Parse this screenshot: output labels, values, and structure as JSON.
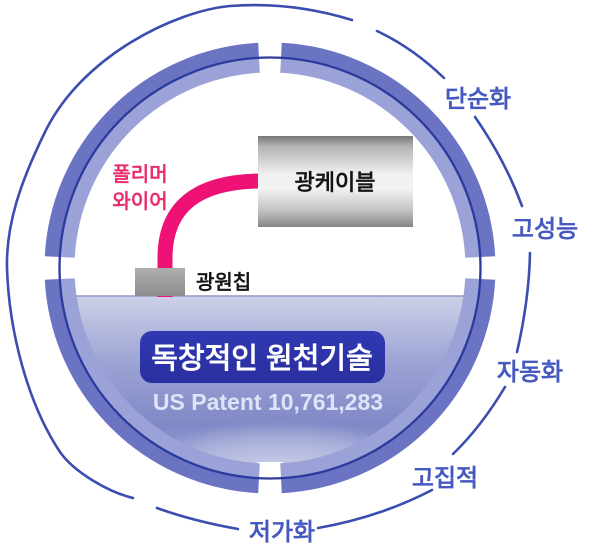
{
  "diagram": {
    "ring_labels": [
      {
        "id": "simplification",
        "label": "단순화"
      },
      {
        "id": "high-performance",
        "label": "고성능"
      },
      {
        "id": "automation",
        "label": "자동화"
      },
      {
        "id": "high-integration",
        "label": "고집적"
      },
      {
        "id": "cost-reduction",
        "label": "저가화"
      }
    ],
    "parts": {
      "cable_label": "광케이블",
      "polymer_wire_line1": "폴리머",
      "polymer_wire_line2": "와이어",
      "chip_label": "광원칩"
    },
    "banner": {
      "title": "독창적인 원천기술",
      "patent": "US Patent 10,761,283"
    },
    "colors": {
      "wire_pink": "#ee1277",
      "wire_label_pink": "#e92e6b",
      "band_outer_blue": "#6a74c3",
      "band_inner_blue": "#9ba2d8",
      "ring_centerline_blue": "#2b3a9c",
      "sketch_arc_blue": "#3b4eb0",
      "ring_label_blue": "#4659c1",
      "banner_blue": "#2d35ac",
      "bowl_top": "#ccd0e8",
      "bowl_deep": "#8089c7"
    }
  }
}
